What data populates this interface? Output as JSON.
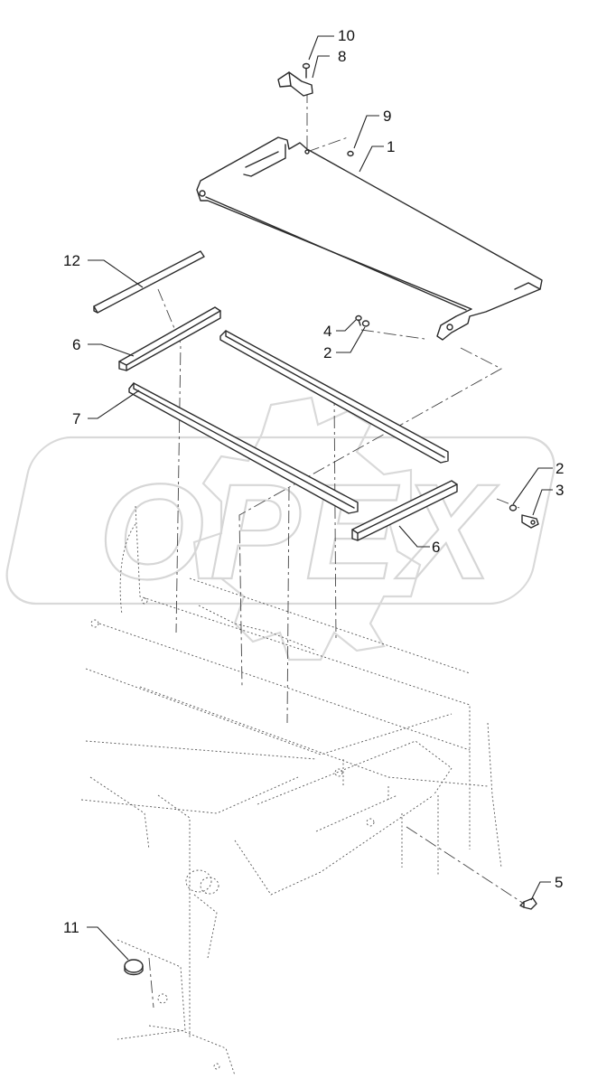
{
  "diagram": {
    "callouts": [
      {
        "id": "c10",
        "label": "10"
      },
      {
        "id": "c8",
        "label": "8"
      },
      {
        "id": "c9",
        "label": "9"
      },
      {
        "id": "c1",
        "label": "1"
      },
      {
        "id": "c12",
        "label": "12"
      },
      {
        "id": "c4",
        "label": "4"
      },
      {
        "id": "c2a",
        "label": "2"
      },
      {
        "id": "c6a",
        "label": "6"
      },
      {
        "id": "c7",
        "label": "7"
      },
      {
        "id": "c2b",
        "label": "2"
      },
      {
        "id": "c3",
        "label": "3"
      },
      {
        "id": "c6b",
        "label": "6"
      },
      {
        "id": "c5",
        "label": "5"
      },
      {
        "id": "c11",
        "label": "11"
      }
    ],
    "watermark": "OPEX"
  }
}
